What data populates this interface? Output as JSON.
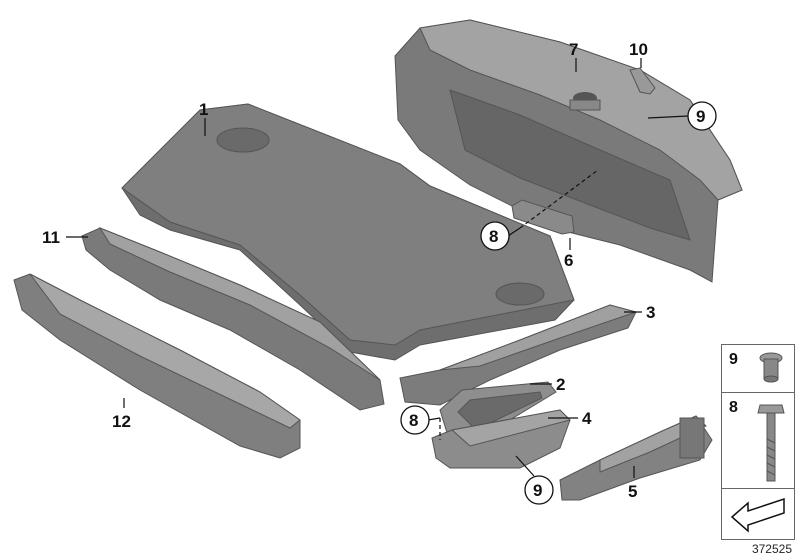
{
  "callouts": {
    "c1": "1",
    "c2": "2",
    "c3": "3",
    "c4": "4",
    "c5": "5",
    "c6": "6",
    "c7": "7",
    "c8a": "8",
    "c8b": "8",
    "c9a": "9",
    "c9b": "9",
    "c10": "10",
    "c11": "11",
    "c12": "12"
  },
  "legend": {
    "fastener_top": "9",
    "fastener_bottom": "8"
  },
  "document_number": "372525",
  "colors": {
    "part_fill": "#7d7d7d",
    "part_light": "#a6a6a6",
    "part_dark": "#5e5e5e",
    "line": "#111111"
  }
}
